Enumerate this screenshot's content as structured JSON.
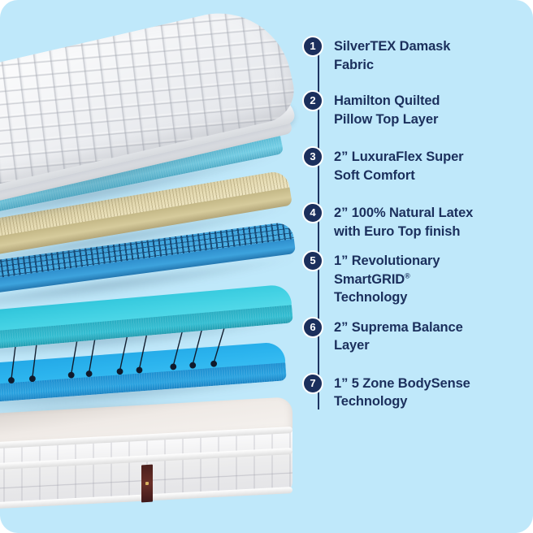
{
  "background_color": "#bfe8fa",
  "accent_navy": "#1b2f5c",
  "illustration": {
    "alt_name": "exploded-mattress-layers",
    "layers": [
      {
        "id": 1,
        "name": "silvertex-damask-fabric",
        "color": "#f4f5f7"
      },
      {
        "id": 2,
        "name": "hamilton-quilted-pillow-top",
        "color": "#e7e9ed"
      },
      {
        "id": 3,
        "name": "luxuraflex-super-soft-comfort",
        "color": "#87dcee"
      },
      {
        "id": 4,
        "name": "natural-latex-euro-top",
        "color": "#e6dcb4"
      },
      {
        "id": 5,
        "name": "smartgrid-technology",
        "color": "#4fb3e6"
      },
      {
        "id": 6,
        "name": "suprema-balance-layer",
        "color": "#44d2e4"
      },
      {
        "id": 7,
        "name": "five-zone-bodysense",
        "color": "#2cb4ee"
      },
      {
        "id": 8,
        "name": "support-base-foundation",
        "color": "#ececed"
      }
    ]
  },
  "legend": {
    "items": [
      {
        "number": "1",
        "line1": "SilverTEX Damask",
        "line2": "Fabric",
        "mark": ""
      },
      {
        "number": "2",
        "line1": "Hamilton Quilted",
        "line2": "Pillow Top Layer",
        "mark": ""
      },
      {
        "number": "3",
        "line1": "2” LuxuraFlex Super",
        "line2": "Soft Comfort",
        "mark": ""
      },
      {
        "number": "4",
        "line1": "2” 100% Natural Latex",
        "line2": "with Euro Top finish",
        "mark": ""
      },
      {
        "number": "5",
        "line1": "1” Revolutionary",
        "line2": "SmartGRID",
        "mark": "®",
        "line3": "Technology"
      },
      {
        "number": "6",
        "line1": "2” Suprema Balance",
        "line2": "Layer",
        "mark": ""
      },
      {
        "number": "7",
        "line1": "1” 5 Zone BodySense",
        "line2": "Technology",
        "mark": ""
      }
    ]
  }
}
